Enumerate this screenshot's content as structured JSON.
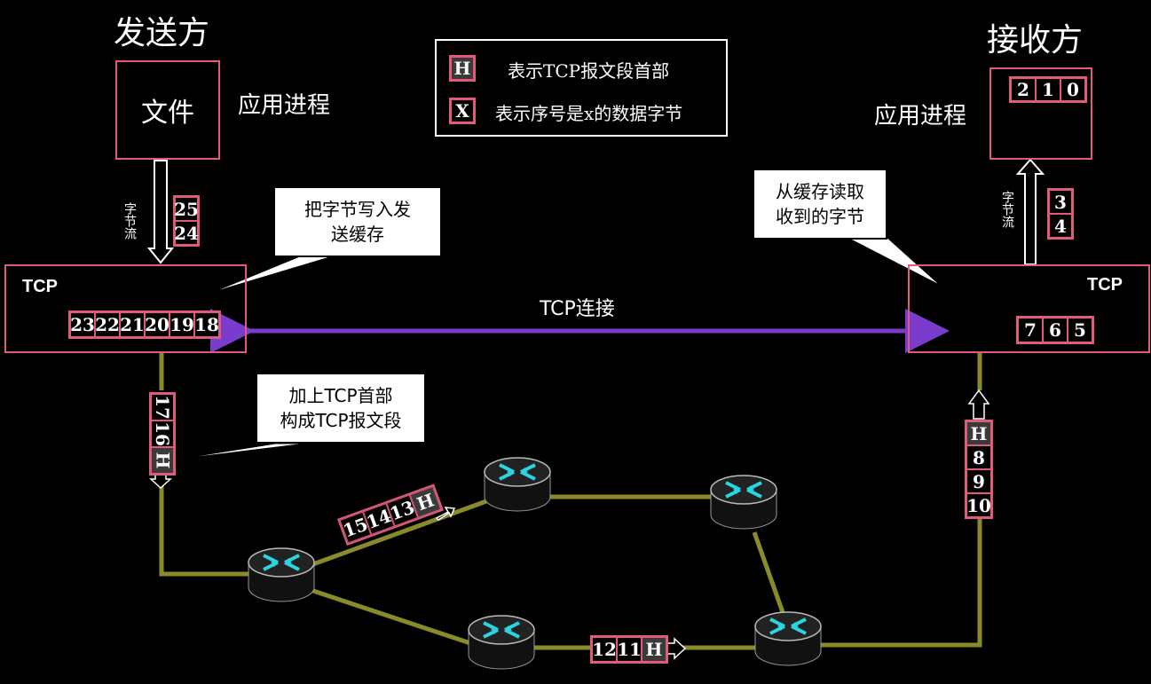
{
  "sender": {
    "title": "发送方",
    "file_label": "文件",
    "app_process": "应用进程",
    "stream_label": "字节流",
    "queued": [
      "25",
      "24"
    ],
    "tcp_label": "TCP",
    "buffer": [
      "23",
      "22",
      "21",
      "20",
      "19",
      "18"
    ]
  },
  "receiver": {
    "title": "接收方",
    "app_process": "应用进程",
    "app_data": [
      "2",
      "1",
      "0"
    ],
    "stream_label": "字节流",
    "delivered": [
      "3",
      "4"
    ],
    "tcp_label": "TCP",
    "buffer": [
      "7",
      "6",
      "5"
    ]
  },
  "legend": {
    "h_symbol": "H",
    "h_text": "表示TCP报文段首部",
    "x_symbol": "X",
    "x_text": "表示序号是x的数据字节"
  },
  "connection_label": "TCP连接",
  "callouts": {
    "write": [
      "把字节写入发",
      "送缓存"
    ],
    "read": [
      "从缓存读取",
      "收到的字节"
    ],
    "header": [
      "加上TCP首部",
      "构成TCP报文段"
    ]
  },
  "segments": {
    "sender_out": [
      "17",
      "16",
      "H"
    ],
    "link1": [
      "15",
      "14",
      "13",
      "H"
    ],
    "link2": [
      "12",
      "11",
      "H"
    ],
    "receiver_in": [
      "H",
      "8",
      "9",
      "10"
    ]
  },
  "colors": {
    "cell_border": "#e05a7a",
    "link": "#8a8a2a",
    "connection": "#7a3ccc",
    "router_arrow": "#2ad4e0"
  }
}
